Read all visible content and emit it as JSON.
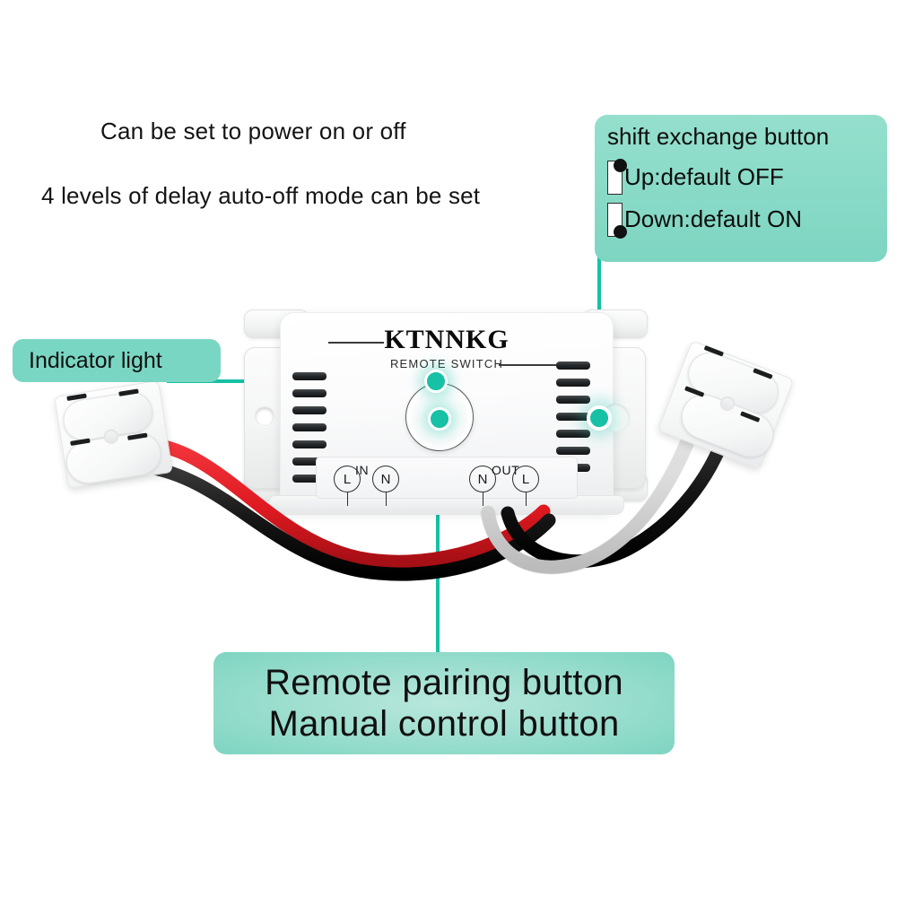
{
  "theme": {
    "callout_bg": "#7ed5c1",
    "callout_bg_light": "#b9e7dc",
    "leader_line": "#16c1a5",
    "indicator_teal": "#16c1a5",
    "text": "#101010",
    "wire_red": "#e01b22",
    "wire_black": "#161616",
    "wire_white": "#efefef",
    "page_bg": "#ffffff"
  },
  "features": [
    "Can be set to power on or off",
    "4 levels of delay auto-off mode can be set"
  ],
  "callouts": {
    "indicator": {
      "label": "Indicator light"
    },
    "shift": {
      "title": "shift exchange button",
      "rows": [
        {
          "position": "up",
          "label": "Up:default OFF"
        },
        {
          "position": "down",
          "label": "Down:default ON"
        }
      ]
    },
    "bottom": {
      "line1": "Remote pairing button",
      "line2": "Manual control button"
    }
  },
  "device": {
    "brand": "KTNNKG",
    "subtitle": "REMOTE  SWITCH",
    "vent_count_left": 7,
    "vent_count_right": 7,
    "terminals": {
      "in": {
        "group_label": "IN",
        "pins": [
          "L",
          "N"
        ]
      },
      "out": {
        "group_label": "OUT",
        "pins": [
          "N",
          "L"
        ]
      }
    }
  },
  "wires": {
    "input_side": [
      {
        "name": "live-wire",
        "color": "#e01b22"
      },
      {
        "name": "neutral-wire",
        "color": "#161616"
      }
    ],
    "output_side": [
      {
        "name": "load-white-wire",
        "color": "#efefef"
      },
      {
        "name": "load-black-wire",
        "color": "#161616"
      }
    ]
  },
  "connectors": [
    {
      "name": "input-lever-connector",
      "levers": 2
    },
    {
      "name": "output-lever-connector",
      "levers": 2
    }
  ]
}
